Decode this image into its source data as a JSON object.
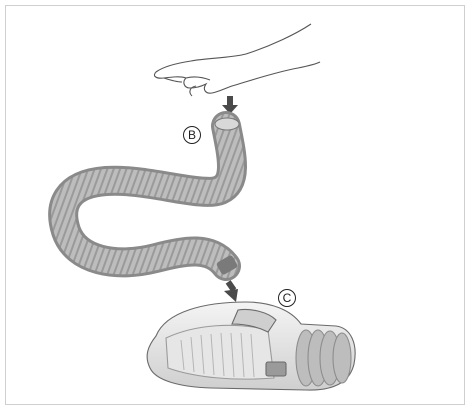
{
  "labels": {
    "hose": "B",
    "unit": "C"
  },
  "colors": {
    "hose_fill": "#b8b8b8",
    "hose_shadow": "#8a8a8a",
    "arrow": "#4a4a4a",
    "outline": "#555555"
  },
  "icons": {
    "hand": "hand-illustration",
    "arrow": "arrow-down-icon",
    "hose": "flexible-hose-illustration",
    "unit": "device-housing-illustration"
  }
}
